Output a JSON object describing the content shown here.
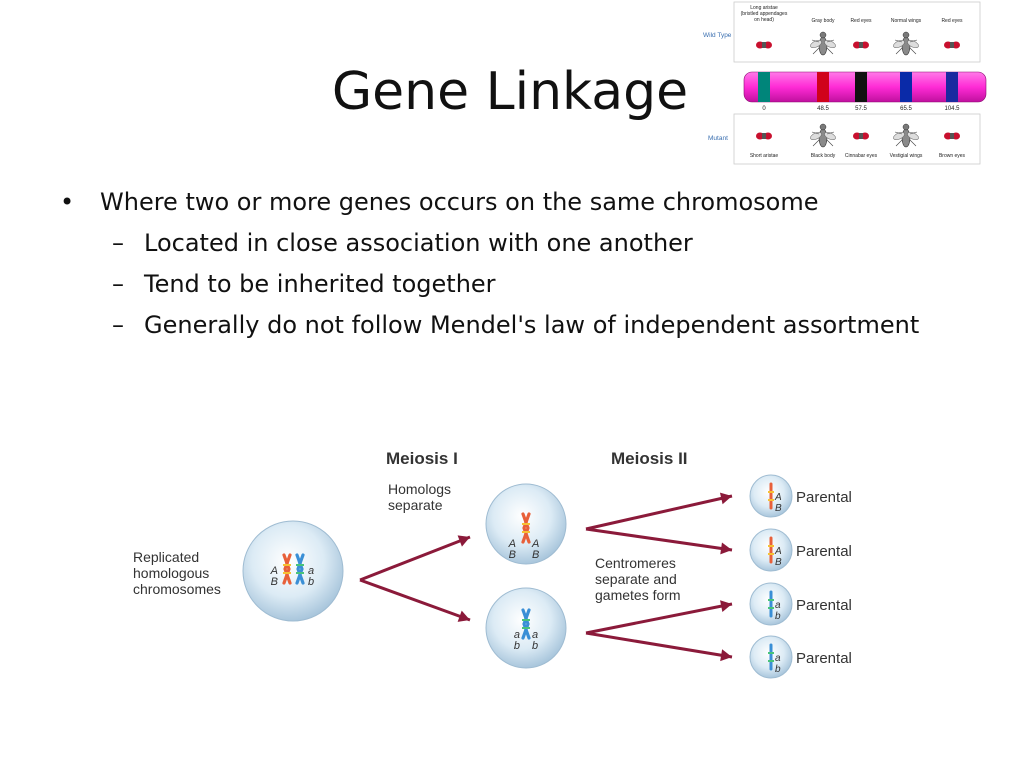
{
  "slide": {
    "title": "Gene Linkage",
    "bullets": [
      {
        "text": "Where two or more genes occurs on the same chromosome",
        "level": 1
      },
      {
        "text": "Located in close association with one another",
        "level": 2
      },
      {
        "text": "Tend to be inherited together",
        "level": 2
      },
      {
        "text": "Generally do not follow Mendel's law of independent assortment",
        "level": 2
      }
    ],
    "bullet_symbol": "•",
    "dash_symbol": "–"
  },
  "fly_figure": {
    "wild_type_label": "Wild Type",
    "mutant_label": "Mutant",
    "top_traits": [
      "Long aristae (bristled appendages on head)",
      "Gray body",
      "Red eyes",
      "Normal wings",
      "Red eyes"
    ],
    "bottom_traits": [
      "Short aristae",
      "Black body",
      "Cinnabar eyes",
      "Vestigial wings",
      "Brown eyes"
    ],
    "positions": [
      "0",
      "48.5",
      "57.5",
      "65.5",
      "104.5"
    ],
    "band_colors": [
      "#00857a",
      "#d0021b",
      "#111111",
      "#0a2aa8",
      "#1a2aa0"
    ],
    "chromosome_color": "#ff2bd6"
  },
  "meiosis": {
    "meiosis1_label": "Meiosis I",
    "meiosis2_label": "Meiosis II",
    "homologs_label_1": "Homologs",
    "homologs_label_2": "separate",
    "replicated_label_1": "Replicated",
    "replicated_label_2": "homologous",
    "replicated_label_3": "chromosomes",
    "centromeres_label_1": "Centromeres",
    "centromeres_label_2": "separate and",
    "centromeres_label_3": "gametes form",
    "allele_A": "A",
    "allele_B": "B",
    "allele_a": "a",
    "allele_b": "b",
    "gametes": [
      "Parental",
      "Parental",
      "Parental",
      "Parental"
    ],
    "arrow_color": "#8b1a3a"
  }
}
